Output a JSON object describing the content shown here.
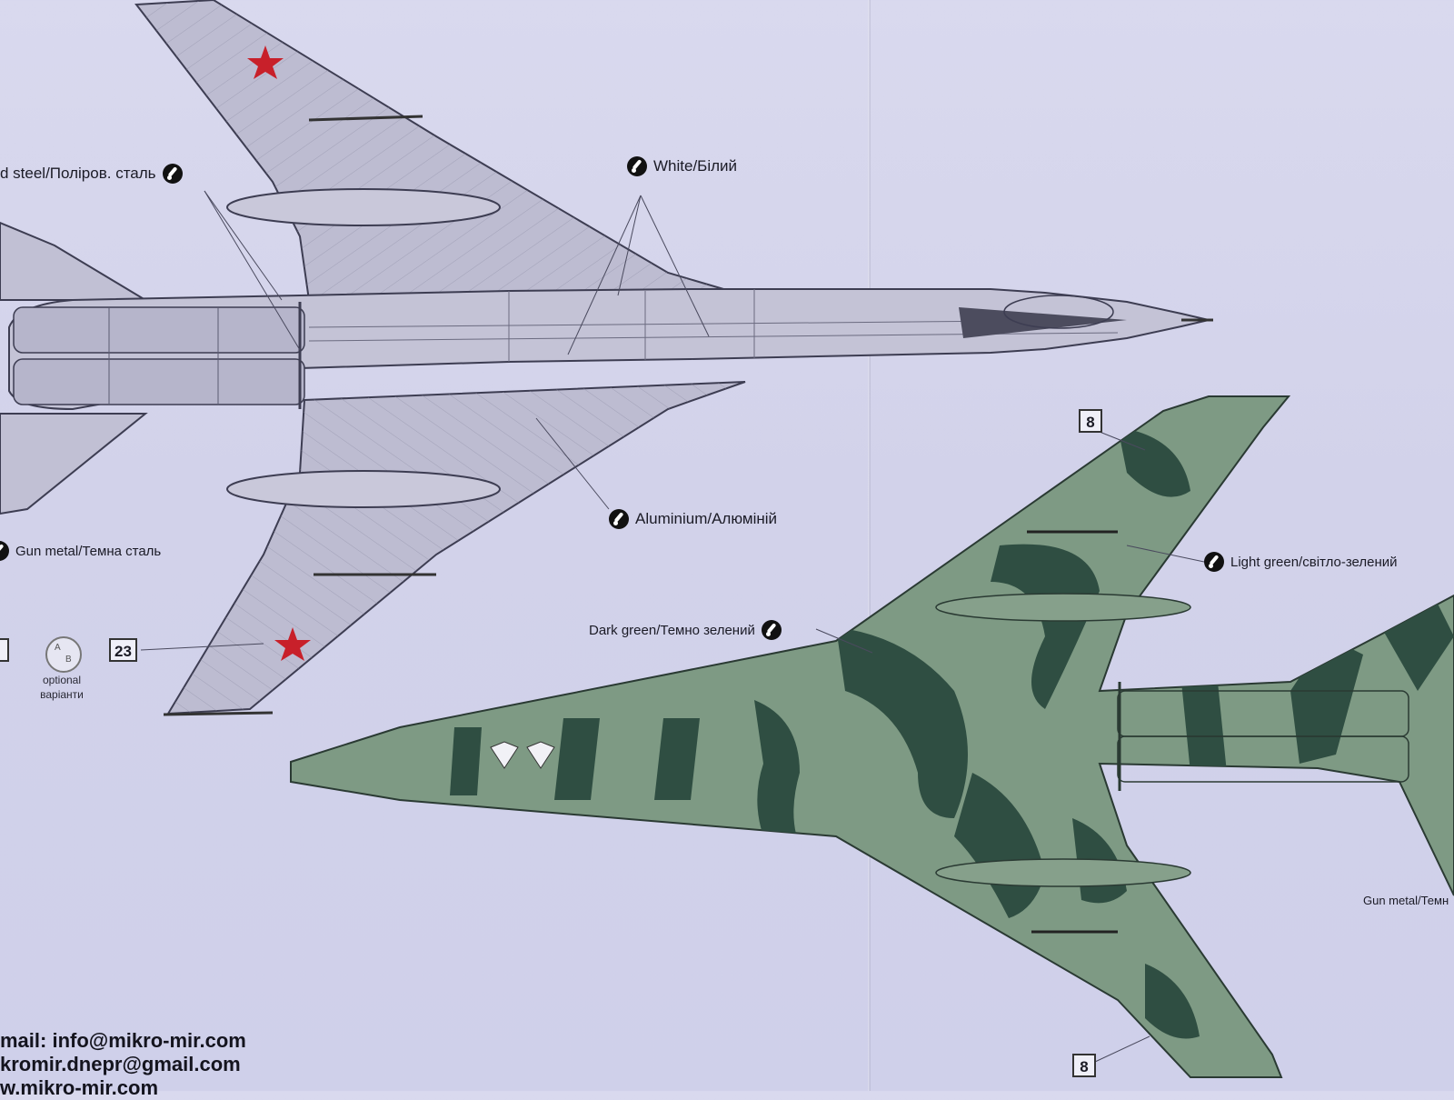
{
  "labels": {
    "polished_steel": "d steel/Поліров. сталь",
    "white": "White/Білий",
    "aluminium": "Aluminium/Алюміній",
    "gun_metal_left": "Gun metal/Темна сталь",
    "light_green": "Light green/світло-зелений",
    "dark_green": "Dark green/Темно зелений",
    "gun_metal_right": "Gun metal/Темн"
  },
  "decals": {
    "num_23": "23",
    "num_8_top": "8",
    "num_8_bottom": "8",
    "option_a": "A",
    "option_b": "B",
    "option_line1": "optional",
    "option_line2": "варіанти"
  },
  "contact": {
    "email": "mail: info@mikro-mir.com",
    "gmail": "kromir.dnepr@gmail.com",
    "web": "w.mikro-mir.com"
  },
  "colors": {
    "paper": "#d6d6ec",
    "aluminium": "#b9b8cf",
    "light_green": "#7e9a84",
    "dark_green": "#2f4e42",
    "star_red": "#c8202a",
    "line": "#4a4a5e"
  },
  "icons": [
    "paint-brush-icon",
    "red-star-icon"
  ]
}
